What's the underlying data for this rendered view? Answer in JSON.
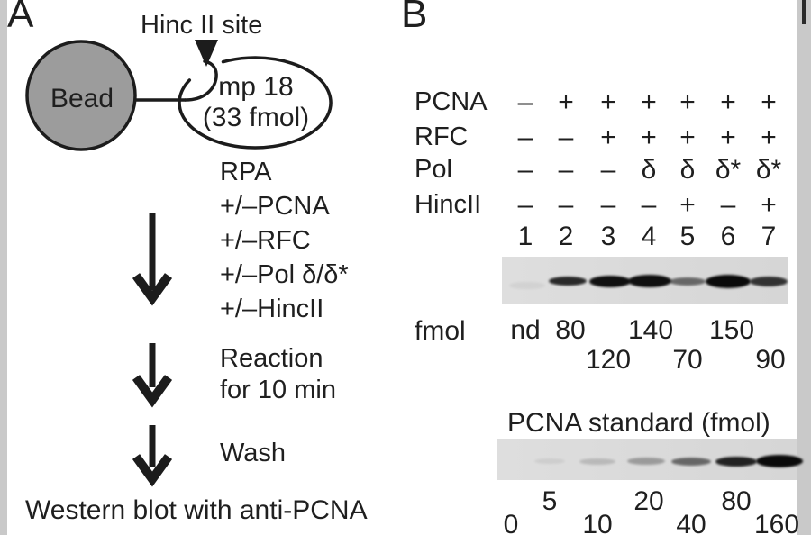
{
  "colors": {
    "background": "#ffffff",
    "side_strip": "#c9c9c9",
    "bead_fill": "#9c9c9c",
    "blot_background": "#dadada",
    "band_color": "#0a0a0a",
    "text": "#1f1f1f"
  },
  "panelA": {
    "label": "A",
    "hinc_label": "Hinc II site",
    "bead": "Bead",
    "template_line1": "mp 18",
    "template_line2": "(33 fmol)",
    "additions": [
      "RPA",
      "+/–PCNA",
      "+/–RFC",
      "+/–Pol δ/δ*",
      "+/–HincII"
    ],
    "reaction_line1": "Reaction",
    "reaction_line2": "for 10 min",
    "wash": "Wash",
    "footer": "Western blot with anti-PCNA"
  },
  "panelB": {
    "label": "B",
    "rows": [
      {
        "label": "PCNA",
        "cells": [
          "–",
          "+",
          "+",
          "+",
          "+",
          "+",
          "+"
        ]
      },
      {
        "label": "RFC",
        "cells": [
          "–",
          "–",
          "+",
          "+",
          "+",
          "+",
          "+"
        ]
      },
      {
        "label": "Pol",
        "cells": [
          "–",
          "–",
          "–",
          "δ",
          "δ",
          "δ*",
          "δ*"
        ]
      },
      {
        "label": "HincII",
        "cells": [
          "–",
          "–",
          "–",
          "–",
          "+",
          "–",
          "+"
        ]
      }
    ],
    "lane_numbers": [
      "1",
      "2",
      "3",
      "4",
      "5",
      "6",
      "7"
    ],
    "fmol": {
      "label": "fmol",
      "values_by_lane": [
        "nd",
        "80",
        "120",
        "140",
        "70",
        "150",
        "90"
      ]
    },
    "blot1": {
      "band_opacities": [
        0.05,
        0.85,
        0.97,
        0.97,
        0.55,
        1,
        0.8
      ]
    },
    "standard": {
      "title": "PCNA standard (fmol)",
      "amounts": [
        "0",
        "5",
        "10",
        "20",
        "40",
        "80",
        "160"
      ],
      "band_opacities": [
        0,
        0.07,
        0.16,
        0.3,
        0.55,
        0.88,
        1
      ]
    },
    "lanes_summary": [
      {
        "lane": "1",
        "PCNA": "–",
        "RFC": "–",
        "Pol": "–",
        "HincII": "–",
        "pcna_fmol": "nd"
      },
      {
        "lane": "2",
        "PCNA": "+",
        "RFC": "–",
        "Pol": "–",
        "HincII": "–",
        "pcna_fmol": "80"
      },
      {
        "lane": "3",
        "PCNA": "+",
        "RFC": "+",
        "Pol": "–",
        "HincII": "–",
        "pcna_fmol": "120"
      },
      {
        "lane": "4",
        "PCNA": "+",
        "RFC": "+",
        "Pol": "δ",
        "HincII": "–",
        "pcna_fmol": "140"
      },
      {
        "lane": "5",
        "PCNA": "+",
        "RFC": "+",
        "Pol": "δ",
        "HincII": "+",
        "pcna_fmol": "70"
      },
      {
        "lane": "6",
        "PCNA": "+",
        "RFC": "+",
        "Pol": "δ*",
        "HincII": "–",
        "pcna_fmol": "150"
      },
      {
        "lane": "7",
        "PCNA": "+",
        "RFC": "+",
        "Pol": "δ*",
        "HincII": "+",
        "pcna_fmol": "90"
      }
    ]
  }
}
